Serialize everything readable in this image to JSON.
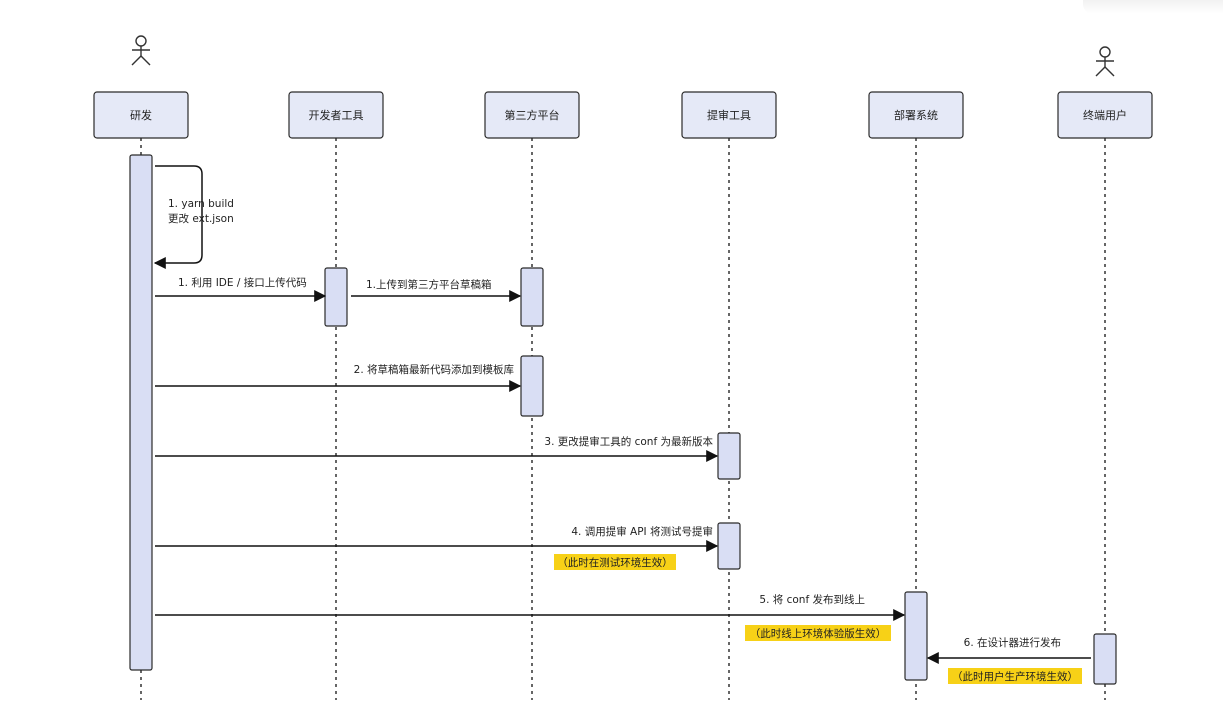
{
  "participants": [
    {
      "id": "rd",
      "label": "研发",
      "actor": true
    },
    {
      "id": "devtool",
      "label": "开发者工具",
      "actor": false
    },
    {
      "id": "thirdparty",
      "label": "第三方平台",
      "actor": false
    },
    {
      "id": "audit",
      "label": "提审工具",
      "actor": false
    },
    {
      "id": "deploy",
      "label": "部署系统",
      "actor": false
    },
    {
      "id": "enduser",
      "label": "终端用户",
      "actor": true
    }
  ],
  "messages": [
    {
      "from": "rd",
      "to": "rd",
      "lines": [
        "1. yarn build",
        "更改 ext.json"
      ],
      "note": ""
    },
    {
      "from": "rd",
      "to": "devtool",
      "lines": [
        "1. 利用 IDE / 接口上传代码"
      ],
      "note": ""
    },
    {
      "from": "devtool",
      "to": "thirdparty",
      "lines": [
        "1.上传到第三方平台草稿箱"
      ],
      "note": ""
    },
    {
      "from": "rd",
      "to": "thirdparty",
      "lines": [
        "2. 将草稿箱最新代码添加到模板库"
      ],
      "note": ""
    },
    {
      "from": "rd",
      "to": "audit",
      "lines": [
        "3. 更改提审工具的 conf 为最新版本"
      ],
      "note": ""
    },
    {
      "from": "rd",
      "to": "audit",
      "lines": [
        "4. 调用提审 API 将测试号提审"
      ],
      "note": "（此时在测试环境生效）"
    },
    {
      "from": "rd",
      "to": "deploy",
      "lines": [
        "5. 将 conf 发布到线上"
      ],
      "note": "（此时线上环境体验版生效）"
    },
    {
      "from": "enduser",
      "to": "deploy",
      "lines": [
        "6. 在设计器进行发布"
      ],
      "note": "（此时用户生产环境生效）"
    }
  ],
  "colors": {
    "box_fill": "#e5e9f7",
    "box_stroke": "#2b2b2b",
    "activation_fill": "#d9def4",
    "note_fill": "#f7d117",
    "line": "#111111"
  }
}
